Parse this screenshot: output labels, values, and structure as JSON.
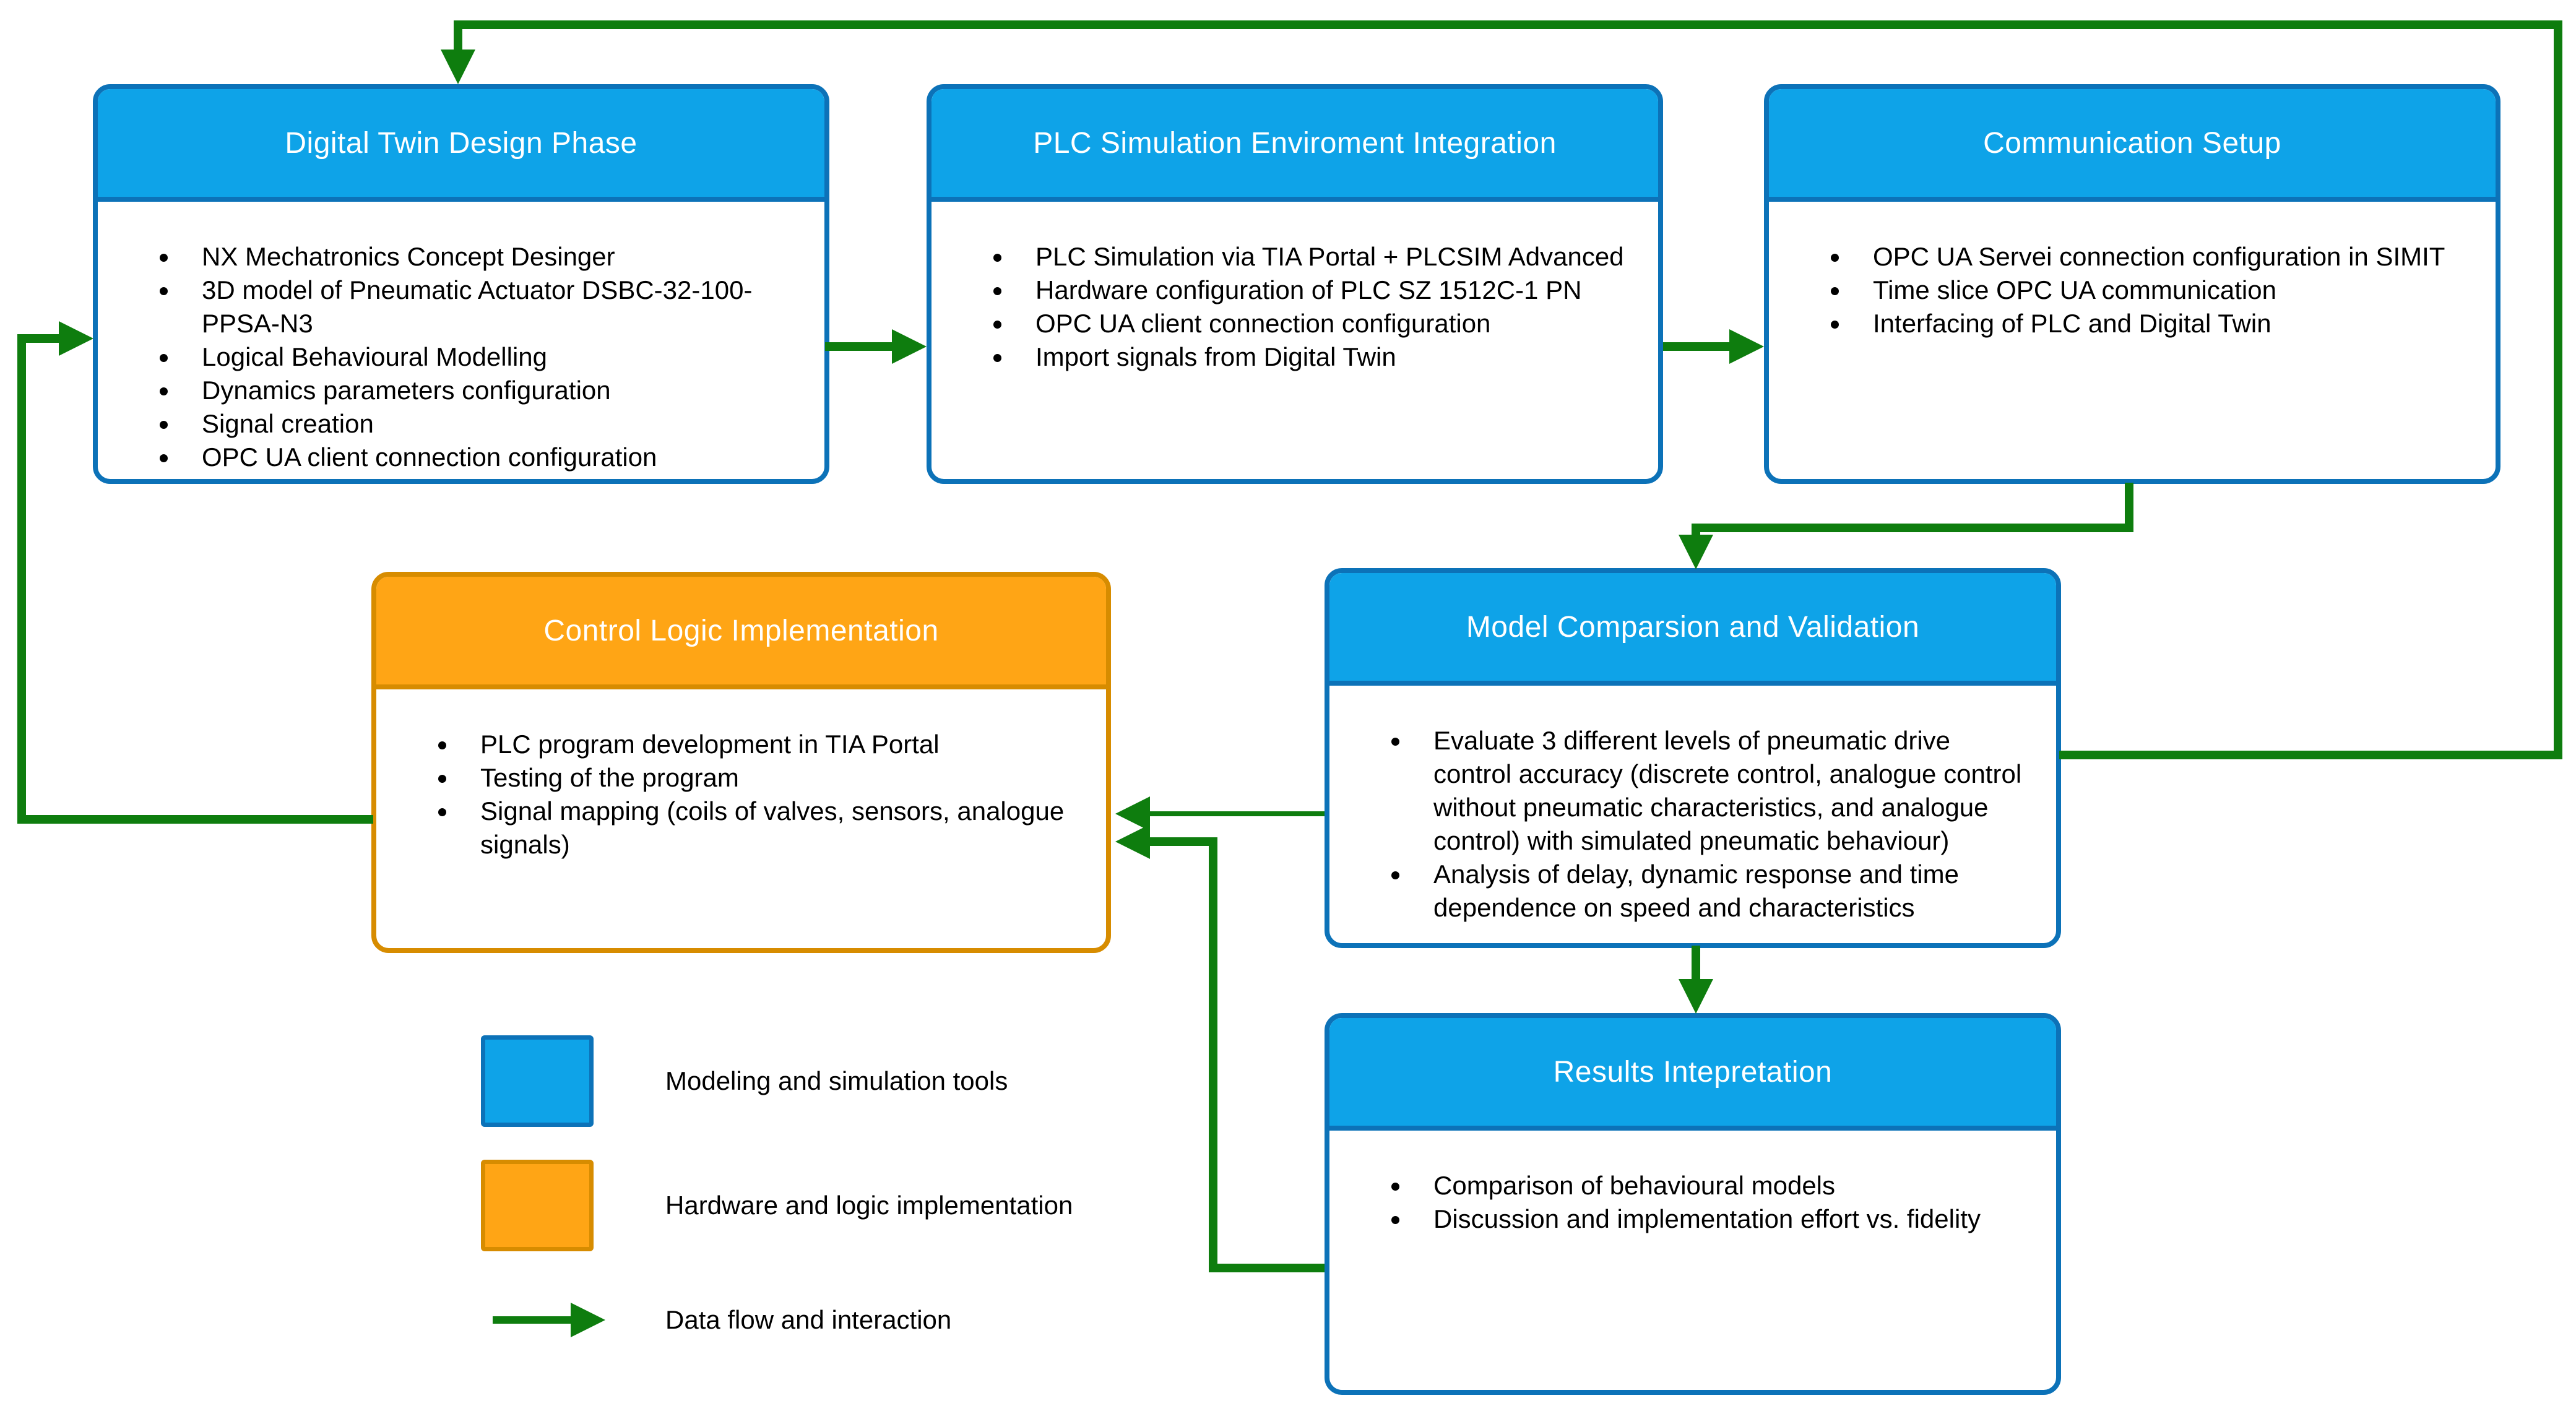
{
  "boxes": [
    {
      "id": "digital-twin-design-phase",
      "type": "blue",
      "title": "Digital Twin Design Phase",
      "bullets": [
        "NX Mechatronics Concept Desinger",
        "3D model of Pneumatic Actuator DSBC-32-100-PPSA-N3",
        "Logical Behavioural Modelling",
        "Dynamics parameters configuration",
        "Signal creation",
        "OPC UA client connection configuration"
      ]
    },
    {
      "id": "plc-simulation-environment-integration",
      "type": "blue",
      "title": "PLC Simulation Enviroment Integration",
      "bullets": [
        "PLC Simulation via TIA Portal + PLCSIM Advanced",
        "Hardware configuration of PLC SZ 1512C-1 PN",
        "OPC UA client connection configuration",
        "Import signals from Digital Twin"
      ]
    },
    {
      "id": "communication-setup",
      "type": "blue",
      "title": "Communication Setup",
      "bullets": [
        "OPC UA Servei connection configuration in SIMIT",
        "Time slice OPC UA communication",
        "Interfacing of PLC and Digital Twin"
      ]
    },
    {
      "id": "control-logic-implementation",
      "type": "orange",
      "title": "Control Logic Implementation",
      "bullets": [
        "PLC program development in TIA Portal",
        "Testing of the program",
        "Signal mapping (coils of valves, sensors, analogue signals)"
      ]
    },
    {
      "id": "model-comparison-and-validation",
      "type": "blue",
      "title": "Model Comparsion and Validation",
      "bullets": [
        "Evaluate 3 different levels of pneumatic drive control accuracy (discrete control, analogue control without pneumatic characteristics, and analogue control) with simulated pneumatic behaviour)",
        "Analysis of delay, dynamic response and time dependence on speed and characteristics"
      ]
    },
    {
      "id": "results-interpretation",
      "type": "blue",
      "title": "Results Intepretation",
      "bullets": [
        "Comparison of behavioural models",
        "Discussion and implementation effort vs. fidelity"
      ]
    }
  ],
  "legend": {
    "items": [
      {
        "swatch": "blue-box",
        "label": "Modeling and simulation tools"
      },
      {
        "swatch": "orange-box",
        "label": "Hardware and logic implementation"
      },
      {
        "swatch": "green-arrow",
        "label": "Data flow and interaction"
      }
    ]
  },
  "colors": {
    "blue_fill": "#0ea3e8",
    "blue_border": "#0c72b8",
    "orange_fill": "#ffa515",
    "orange_border": "#d78c00",
    "arrow_green": "#0e7d0e",
    "title_text": "#ffffff",
    "body_text": "#000000"
  }
}
